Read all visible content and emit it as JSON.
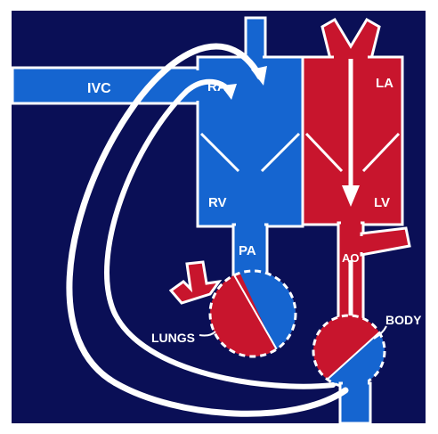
{
  "diagram": {
    "labels": {
      "ivc": "IVC",
      "ra": "RA",
      "rv": "RV",
      "pa": "PA",
      "la": "LA",
      "lv": "LV",
      "ao": "AO",
      "lungs": "LUNGS",
      "body": "BODY"
    },
    "colors": {
      "background": "#0a0f56",
      "deoxygenated": "#1565d0",
      "oxygenated": "#c8152d",
      "outline": "#ffffff"
    }
  }
}
